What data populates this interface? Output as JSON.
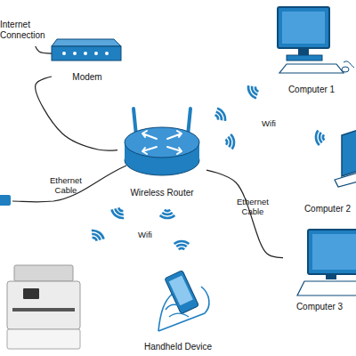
{
  "diagram": {
    "nodes": [
      {
        "text": [
          "Internet Connection"
        ]
      },
      {
        "text": [
          "Modem"
        ]
      },
      {
        "text": [
          "Computer 1"
        ]
      },
      {
        "text": [
          "Wireless Router"
        ]
      },
      {
        "text": [
          "Computer 2"
        ]
      },
      {
        "text": [
          "Computer 3"
        ]
      },
      {
        "text": [
          "Handheld Device"
        ]
      }
    ],
    "edges": [
      {
        "from": 0,
        "to": 1,
        "arrow": "none"
      },
      {
        "from": 1,
        "to": 3,
        "arrow": "none"
      },
      {
        "from": 3,
        "to": 5,
        "label": "Ethernet Cable",
        "arrow": "none"
      }
    ],
    "labels": [
      "Wifi",
      "Ethernet Cable",
      "Wifi"
    ]
  }
}
